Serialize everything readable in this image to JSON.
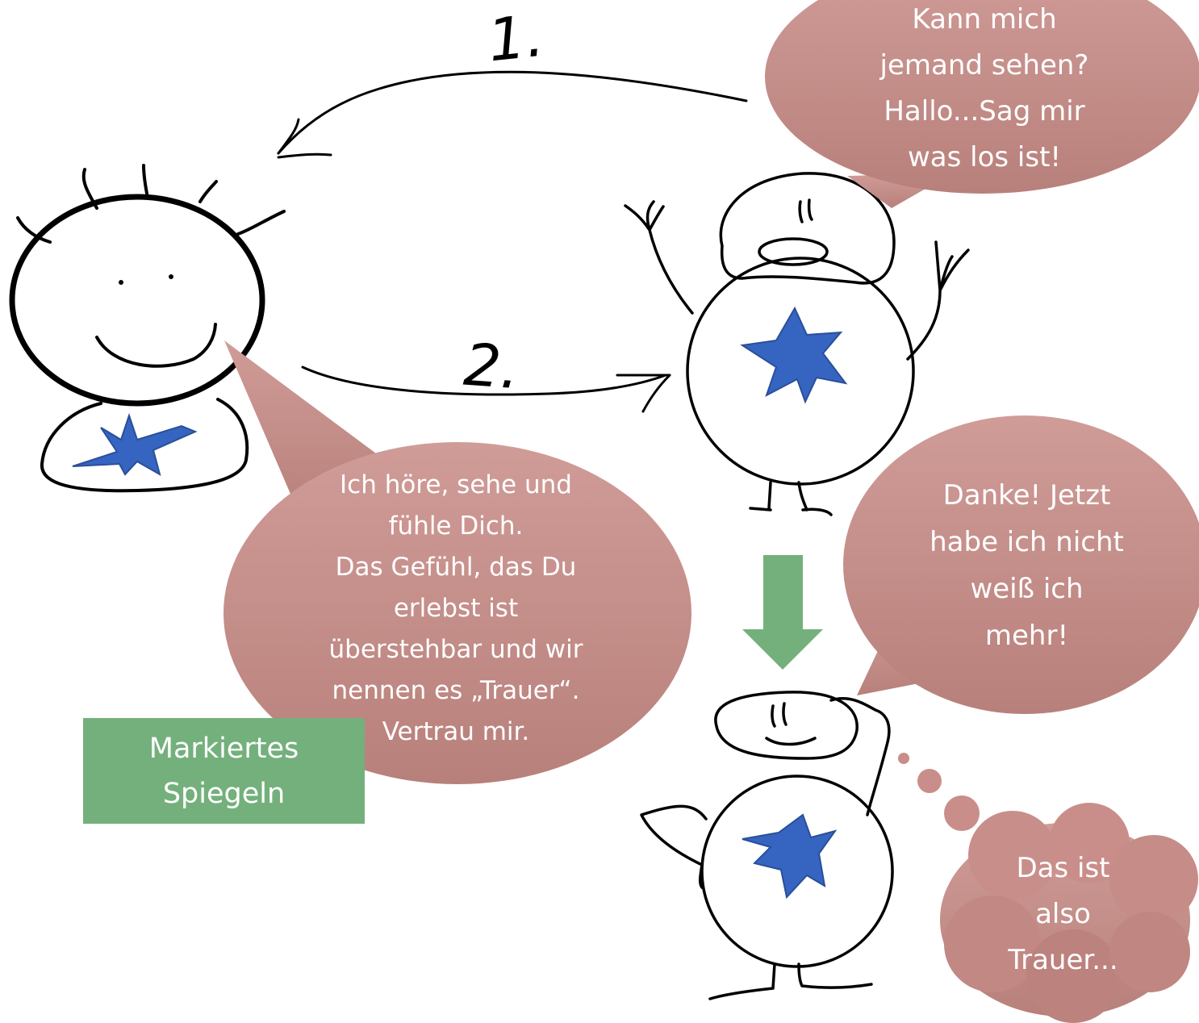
{
  "steps": {
    "first": "1.",
    "second": "2."
  },
  "bubbles": {
    "child_question": [
      "Kann mich",
      "jemand sehen?",
      "Hallo...Sag mir",
      "was los ist!"
    ],
    "mirroring": [
      "Ich höre, sehe und",
      "fühle Dich.",
      "Das Gefühl, das Du",
      "erlebst ist",
      "überstehbar und wir",
      "nennen es „Trauer“.",
      "Vertrau mir."
    ],
    "child_thanks": [
      "Danke! Jetzt",
      "habe ich nicht",
      "weiß ich",
      "mehr!"
    ],
    "child_thought": [
      "Das ist",
      "also",
      "Trauer..."
    ]
  },
  "label": {
    "lines": [
      "Markiertes",
      "Spiegeln"
    ]
  },
  "colors": {
    "bubble": "#c98e8a",
    "bubble_dark": "#b9807c",
    "label_box": "#74b07c",
    "arrow_green": "#74b07c",
    "star_blue": "#3565c0",
    "ink": "#000000"
  }
}
